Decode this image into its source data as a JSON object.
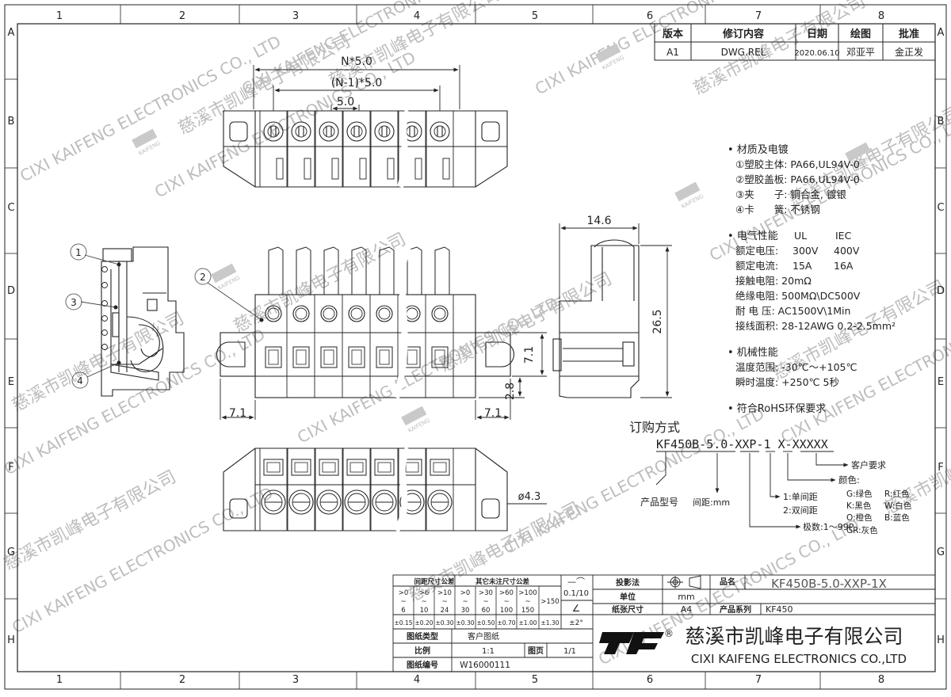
{
  "frame": {
    "columns": [
      "1",
      "2",
      "3",
      "4",
      "5",
      "6",
      "7",
      "8"
    ],
    "rows": [
      "A",
      "B",
      "C",
      "D",
      "E",
      "F",
      "G",
      "H"
    ]
  },
  "revision_table": {
    "headers": [
      "版本",
      "修订内容",
      "日期",
      "绘图",
      "批准"
    ],
    "row": [
      "A1",
      "DWG.REL",
      "2020.06.10",
      "邓亚平",
      "金正发"
    ]
  },
  "dimensions": {
    "n_pitch": "N*5.0",
    "n1_pitch": "(N-1)*5.0",
    "pitch": "5.0",
    "side_width": "14.6",
    "height": "26.5",
    "flange_left": "7.1",
    "flange_right": "7.1",
    "flange_height": "7.1",
    "bottom_offset": "2.8",
    "hole": "ø4.3"
  },
  "callouts": [
    "1",
    "2",
    "3",
    "4"
  ],
  "specs": {
    "material_title": "• 材质及电镀",
    "material": [
      "①塑胶主体: PA66,UL94V-0",
      "②塑胶盖板: PA66,UL94V-0",
      "③夹　　子: 铜合金, 镀银",
      "④卡　　簧: 不锈钢"
    ],
    "electrical_title": "• 电气性能",
    "electrical_std": [
      "UL",
      "IEC"
    ],
    "electrical": [
      {
        "label": "额定电压:",
        "ul": "300V",
        "iec": "400V"
      },
      {
        "label": "额定电流:",
        "ul": "15A",
        "iec": "16A"
      }
    ],
    "electrical_more": [
      "接触电阻: 20mΩ",
      "绝缘电阻: 500MΩ\\DC500V",
      "耐 电 压: AC1500V\\1Min",
      "接线面积: 28-12AWG 0.2-2.5mm²"
    ],
    "mechanical_title": "• 机械性能",
    "mechanical": [
      "温度范围: -30℃～+105℃",
      "瞬时温度: +250℃ 5秒"
    ],
    "rohs": "• 符合RoHS环保要求"
  },
  "ordering": {
    "title": "订购方式",
    "code": "KF450B-5.0-XXP-1 X-XXXXX",
    "model_label": "产品型号",
    "pitch_label": "间距:mm",
    "spacing": [
      "1:单间距",
      "2:双间距"
    ],
    "poles": "极数:1～99P",
    "customer": "客户要求",
    "color_title": "颜色:",
    "colors": [
      "G:绿色",
      "R:红色",
      "K:黑色",
      "W:白色",
      "O:橙色",
      "B:蓝色",
      "GR:灰色"
    ]
  },
  "title_block": {
    "tol_title": "间距尺寸公差",
    "other_tol_title": "其它未注尺寸公差",
    "tol_ranges": [
      ">0\n~\n6",
      ">6\n~\n10",
      ">10\n~\n24",
      ">0\n~\n30",
      ">30\n~\n60",
      ">60\n~\n100",
      ">100\n~\n150",
      ">150"
    ],
    "tol_values": [
      "±0.15",
      "±0.20",
      "±0.30",
      "±0.30",
      "±0.50",
      "±0.70",
      "±1.00",
      "±1.30"
    ],
    "flat_symbols": "—⌒",
    "flat_tol": "0.1/10",
    "angle_tol": "±2°",
    "drawing_type_label": "图纸类型",
    "drawing_type": "客户图纸",
    "scale_label": "比例",
    "scale": "1:1",
    "page_label": "图页",
    "page": "1/1",
    "drawing_no_label": "图纸编号",
    "drawing_no": "W16000111",
    "projection_label": "投影法",
    "unit_label": "单位",
    "unit": "mm",
    "paper_label": "纸张尺寸",
    "paper": "A4",
    "part_name_label": "品名",
    "part_name": "KF450B-5.0-XXP-1X",
    "series_label": "产品系列",
    "series": "KF450",
    "company_cn": "慈溪市凯峰电子有限公司",
    "company_en": "CIXI KAIFENG ELECTRONICS CO.,LTD"
  },
  "watermark": {
    "cn": "慈溪市凯峰电子有限公司",
    "en": "CIXI KAIFENG ELECTRONICS CO., LTD",
    "logo": "KAIFENG"
  }
}
